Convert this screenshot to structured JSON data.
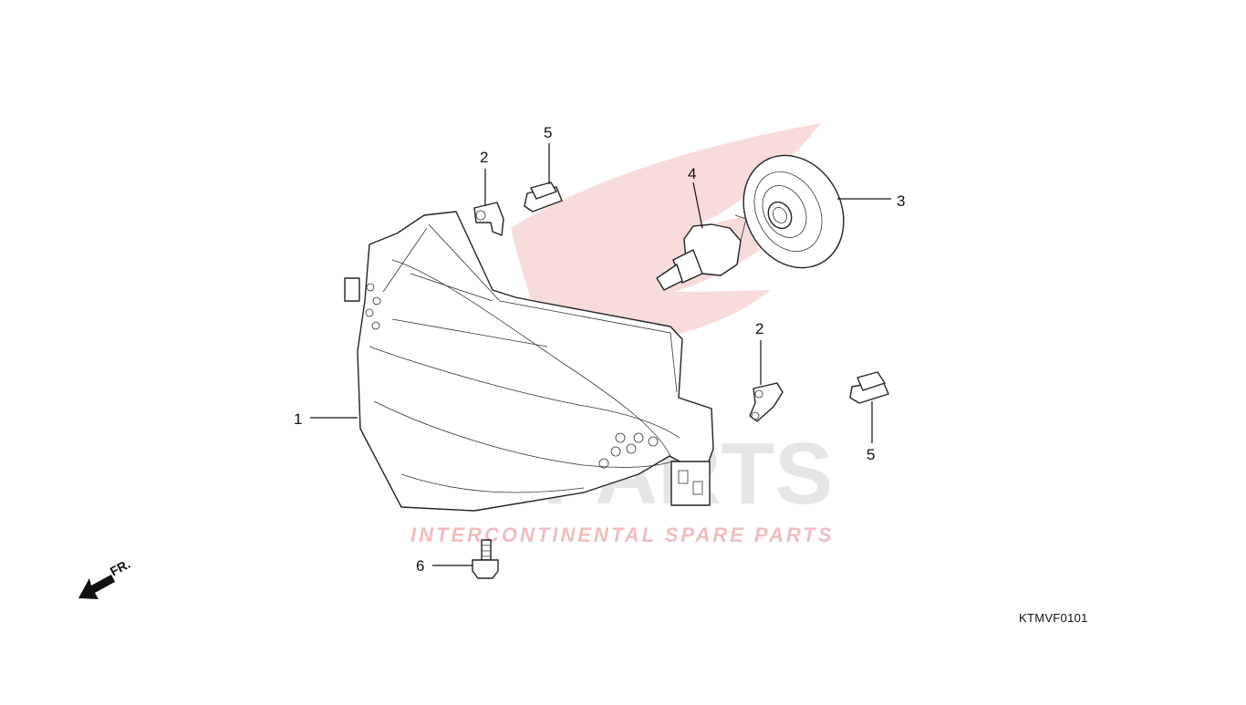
{
  "diagram": {
    "callouts": [
      {
        "id": "c1",
        "label": "1"
      },
      {
        "id": "c2a",
        "label": "2"
      },
      {
        "id": "c2b",
        "label": "2"
      },
      {
        "id": "c3",
        "label": "3"
      },
      {
        "id": "c4",
        "label": "4"
      },
      {
        "id": "c5a",
        "label": "5"
      },
      {
        "id": "c5b",
        "label": "5"
      },
      {
        "id": "c6",
        "label": "6"
      }
    ],
    "direction_label": "FR.",
    "diagram_code": "KTMVF0101"
  },
  "watermark": {
    "brand": "ICSPARTS",
    "tagline": "INTERCONTINENTAL SPARE PARTS",
    "color": "#f0bcbc"
  }
}
